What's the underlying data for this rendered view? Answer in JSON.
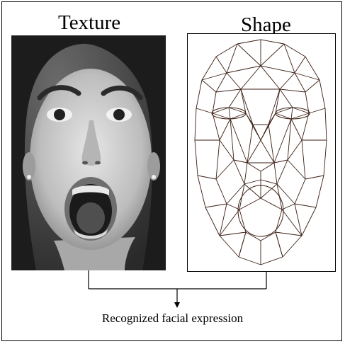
{
  "labels": {
    "texture": "Texture",
    "shape": "Shape",
    "output": "Recognized facial expression"
  },
  "colors": {
    "mesh": "#3a1d12",
    "line": "#000000",
    "skin": "#c9c9c9",
    "hair": "#1f1f1f"
  }
}
